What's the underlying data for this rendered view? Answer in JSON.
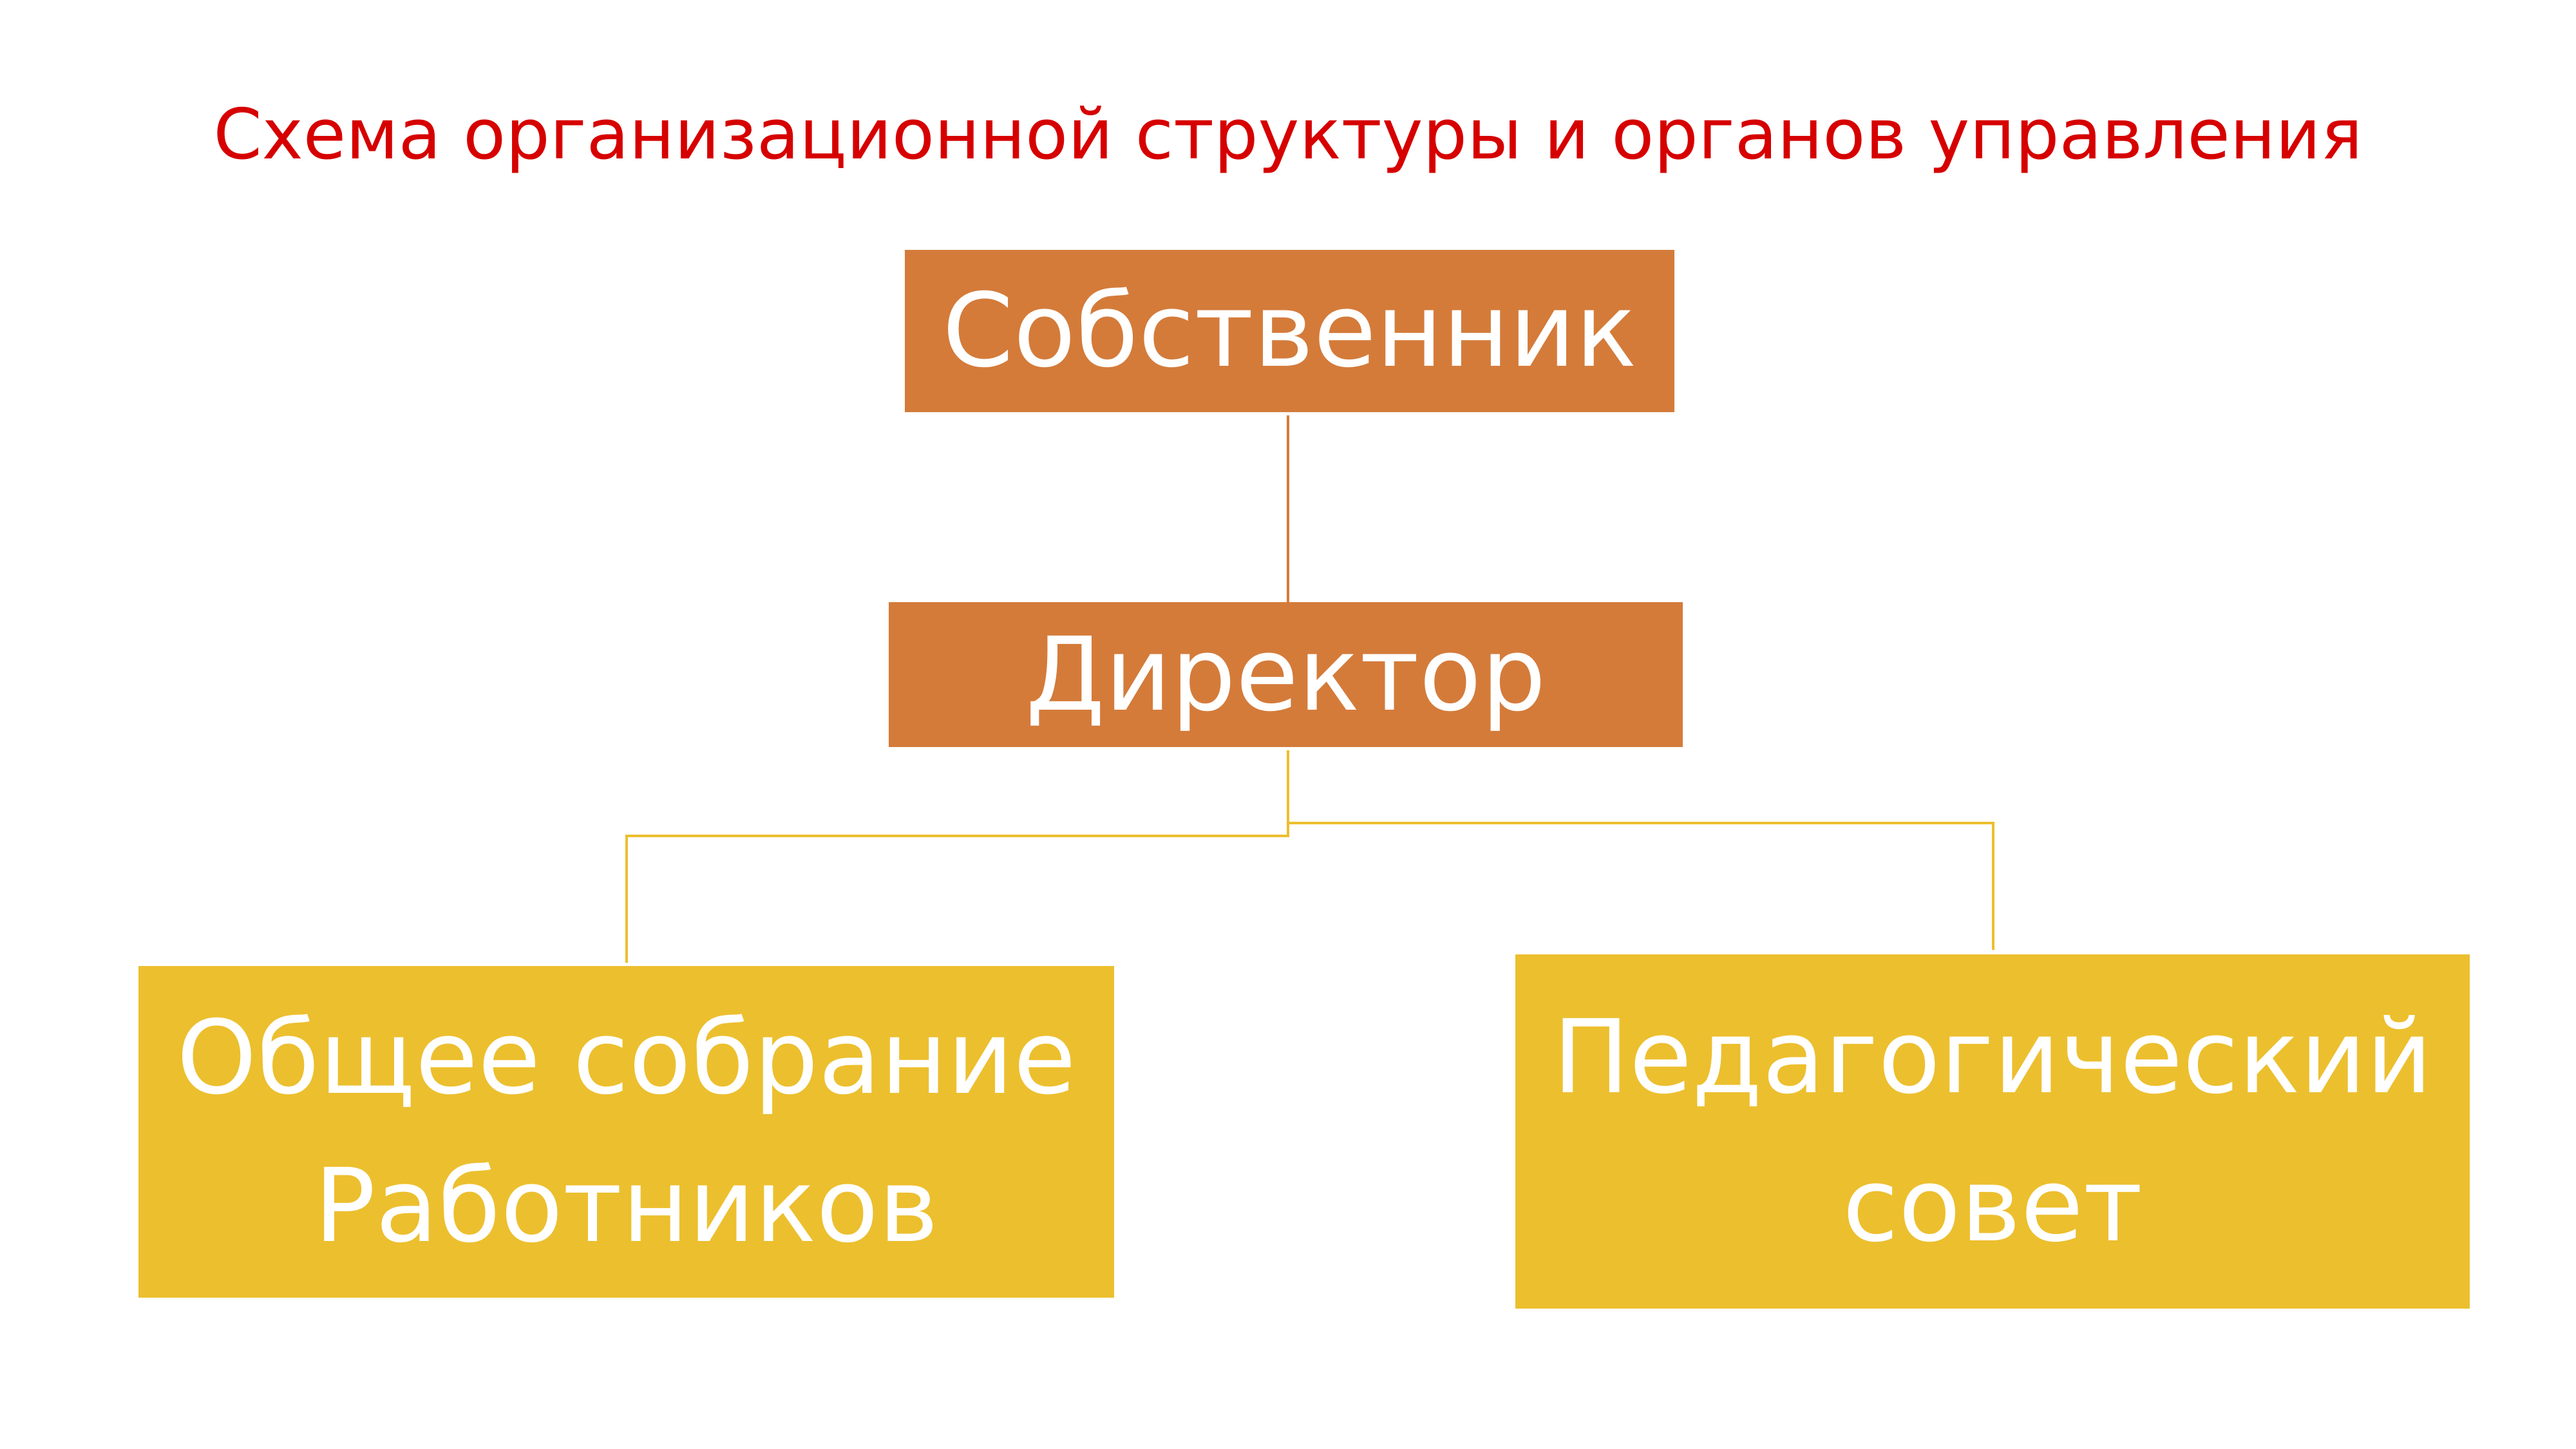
{
  "title": {
    "text": "Схема организационной структуры и органов управления",
    "color": "#d60000"
  },
  "colors": {
    "orange_box": "#d47b3a",
    "yellow_box": "#ecbf2e",
    "orange_line": "#d47b3a",
    "yellow_line": "#ecbf2e",
    "box_text": "#ffffff",
    "background": "#ffffff"
  },
  "nodes": {
    "owner": {
      "label": "Собственник"
    },
    "director": {
      "label": "Директор"
    },
    "general_meeting": {
      "line1": "Общее собрание",
      "line2": "Работников"
    },
    "pedagogical_council": {
      "line1": "Педагогический",
      "line2": "совет"
    }
  },
  "edges": [
    {
      "from": "owner",
      "to": "director"
    },
    {
      "from": "director",
      "to": "general_meeting"
    },
    {
      "from": "director",
      "to": "pedagogical_council"
    }
  ]
}
